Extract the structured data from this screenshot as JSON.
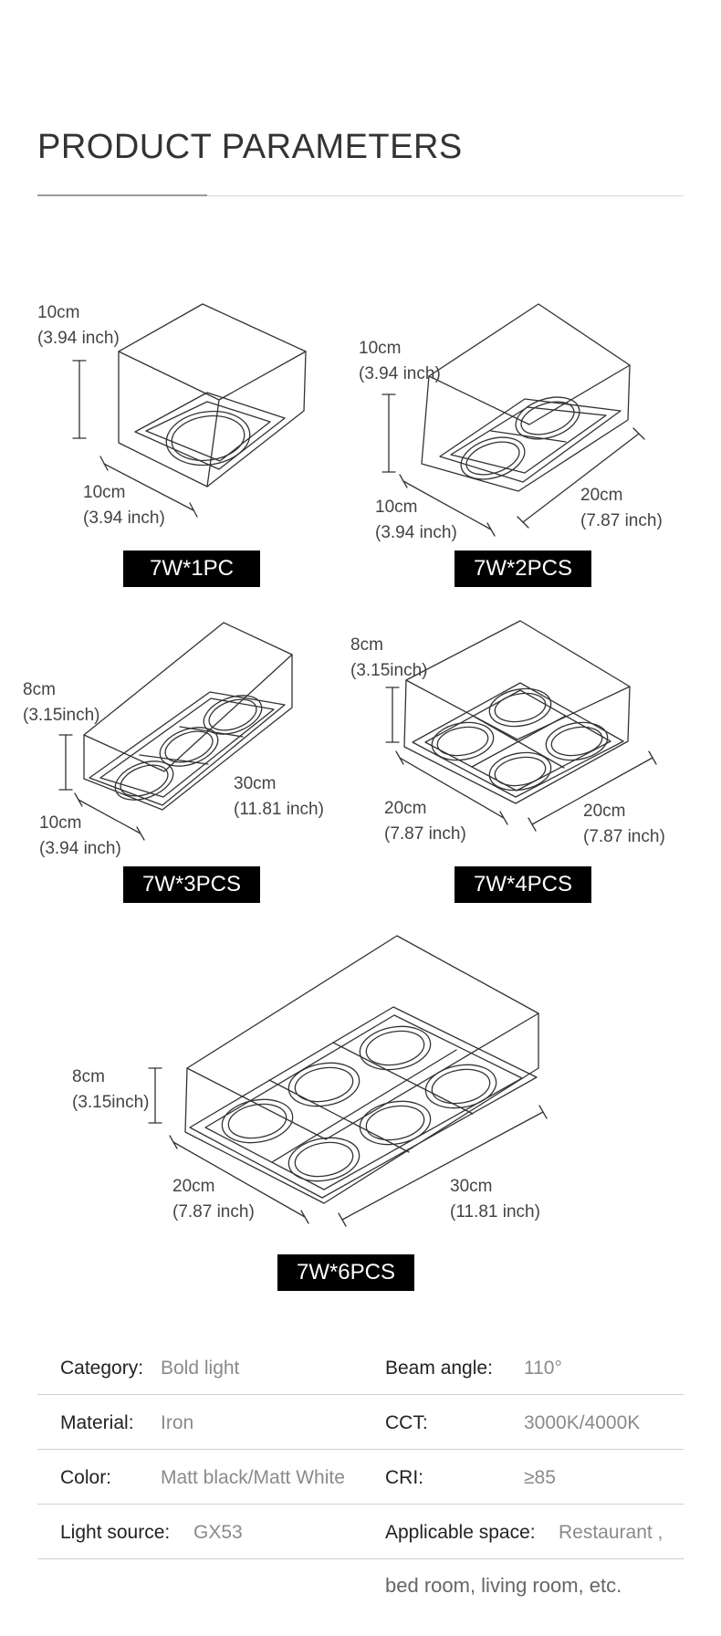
{
  "title": "PRODUCT PARAMETERS",
  "products": [
    {
      "badge": "7W*1PC",
      "dims": [
        "10cm",
        "(3.94 inch)",
        "10cm",
        "(3.94 inch)"
      ]
    },
    {
      "badge": "7W*2PCS",
      "dims": [
        "10cm",
        "(3.94 inch)",
        "10cm",
        "(3.94 inch)",
        "20cm",
        "(7.87 inch)"
      ]
    },
    {
      "badge": "7W*3PCS",
      "dims": [
        "8cm",
        "(3.15inch)",
        "10cm",
        "(3.94 inch)",
        "30cm",
        "(11.81 inch)"
      ]
    },
    {
      "badge": "7W*4PCS",
      "dims": [
        "8cm",
        "(3.15inch)",
        "20cm",
        "(7.87 inch)",
        "20cm",
        "(7.87 inch)"
      ]
    },
    {
      "badge": "7W*6PCS",
      "dims": [
        "8cm",
        "(3.15inch)",
        "20cm",
        "(7.87 inch)",
        "30cm",
        "(11.81 inch)"
      ]
    }
  ],
  "specs": [
    {
      "k1": "Category:",
      "v1": "Bold light",
      "k2": "Beam angle:",
      "v2": "110°"
    },
    {
      "k1": "Material:",
      "v1": "Iron",
      "k2": "CCT:",
      "v2": "3000K/4000K"
    },
    {
      "k1": "Color:",
      "v1": "Matt black/Matt White",
      "k2": "CRI:",
      "v2": "≥85"
    },
    {
      "k1": "Light source:",
      "v1": "GX53",
      "k2": "Applicable space:",
      "v2": "Restaurant ,"
    }
  ],
  "continuation": "bed room, living room, etc."
}
